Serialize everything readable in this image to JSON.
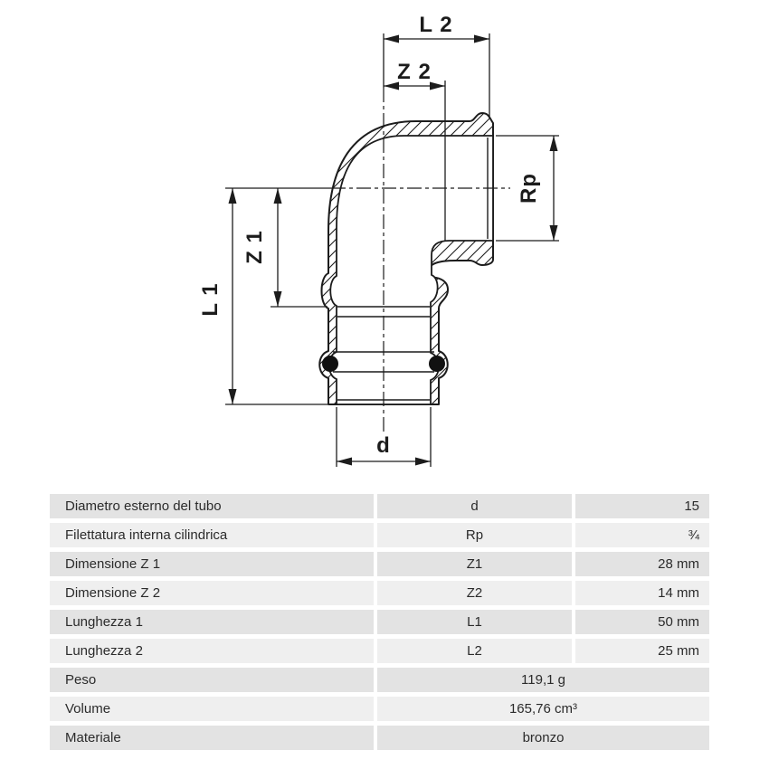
{
  "drawing": {
    "dim_labels": {
      "l2": "L 2",
      "z2": "Z 2",
      "rp": "Rp",
      "z1": "Z 1",
      "l1": "L 1",
      "d": "d"
    },
    "line_color": "#1c1c1c",
    "o_ring_color": "#111111"
  },
  "table": {
    "rows": [
      {
        "label": "Diametro esterno del tubo",
        "symbol": "d",
        "value": "15"
      },
      {
        "label": "Filettatura interna cilindrica",
        "symbol": "Rp",
        "value": "¾"
      },
      {
        "label": "Dimensione Z 1",
        "symbol": "Z1",
        "value": "28 mm"
      },
      {
        "label": "Dimensione Z 2",
        "symbol": "Z2",
        "value": "14 mm"
      },
      {
        "label": "Lunghezza 1",
        "symbol": "L1",
        "value": "50 mm"
      },
      {
        "label": "Lunghezza 2",
        "symbol": "L2",
        "value": "25 mm"
      },
      {
        "label": "Peso",
        "value": "119,1 g"
      },
      {
        "label": "Volume",
        "value": "165,76 cm³"
      },
      {
        "label": "Materiale",
        "value": "bronzo"
      }
    ],
    "colors": {
      "row_dark": "#e3e3e3",
      "row_light": "#efefef",
      "text": "#2b2b2b"
    }
  }
}
